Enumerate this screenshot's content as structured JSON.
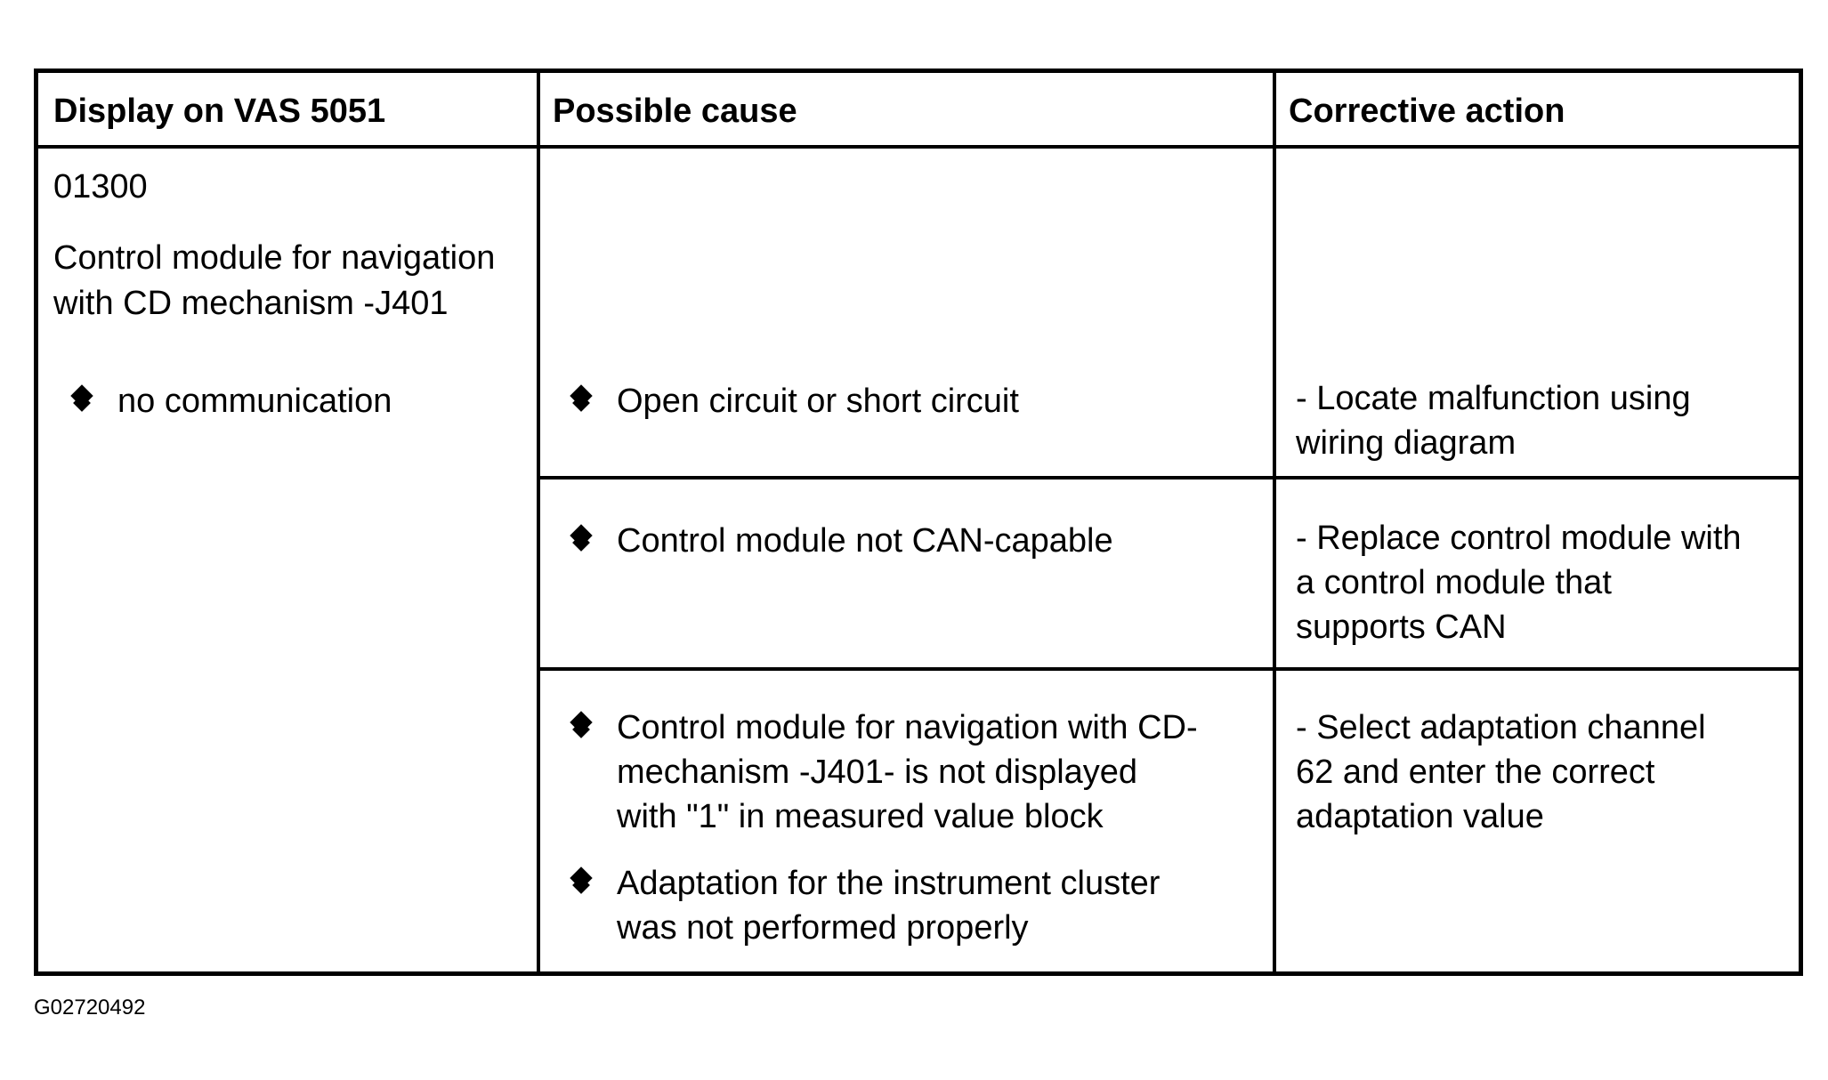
{
  "table": {
    "headers": {
      "display": "Display on VAS 5051",
      "cause": "Possible cause",
      "action": "Corrective action"
    },
    "display": {
      "code": "01300",
      "module_line1": "Control module for navigation",
      "module_line2": "with CD mechanism -J401",
      "symptom": "no communication"
    },
    "rows": [
      {
        "causes": [
          [
            "Open circuit or short circuit"
          ]
        ],
        "action": [
          "- Locate malfunction using",
          "wiring diagram"
        ]
      },
      {
        "causes": [
          [
            "Control module not CAN-capable"
          ]
        ],
        "action": [
          "- Replace control module with",
          "a control module that",
          "supports CAN"
        ]
      },
      {
        "causes": [
          [
            "Control module for navigation with CD-",
            "mechanism -J401- is not displayed",
            "with \"1\" in measured value block"
          ],
          [
            "Adaptation for the instrument cluster",
            "was not performed properly"
          ]
        ],
        "action": [
          "- Select adaptation channel",
          "62 and enter the correct",
          "adaptation value"
        ]
      }
    ]
  },
  "figure_ref": "G02720492"
}
